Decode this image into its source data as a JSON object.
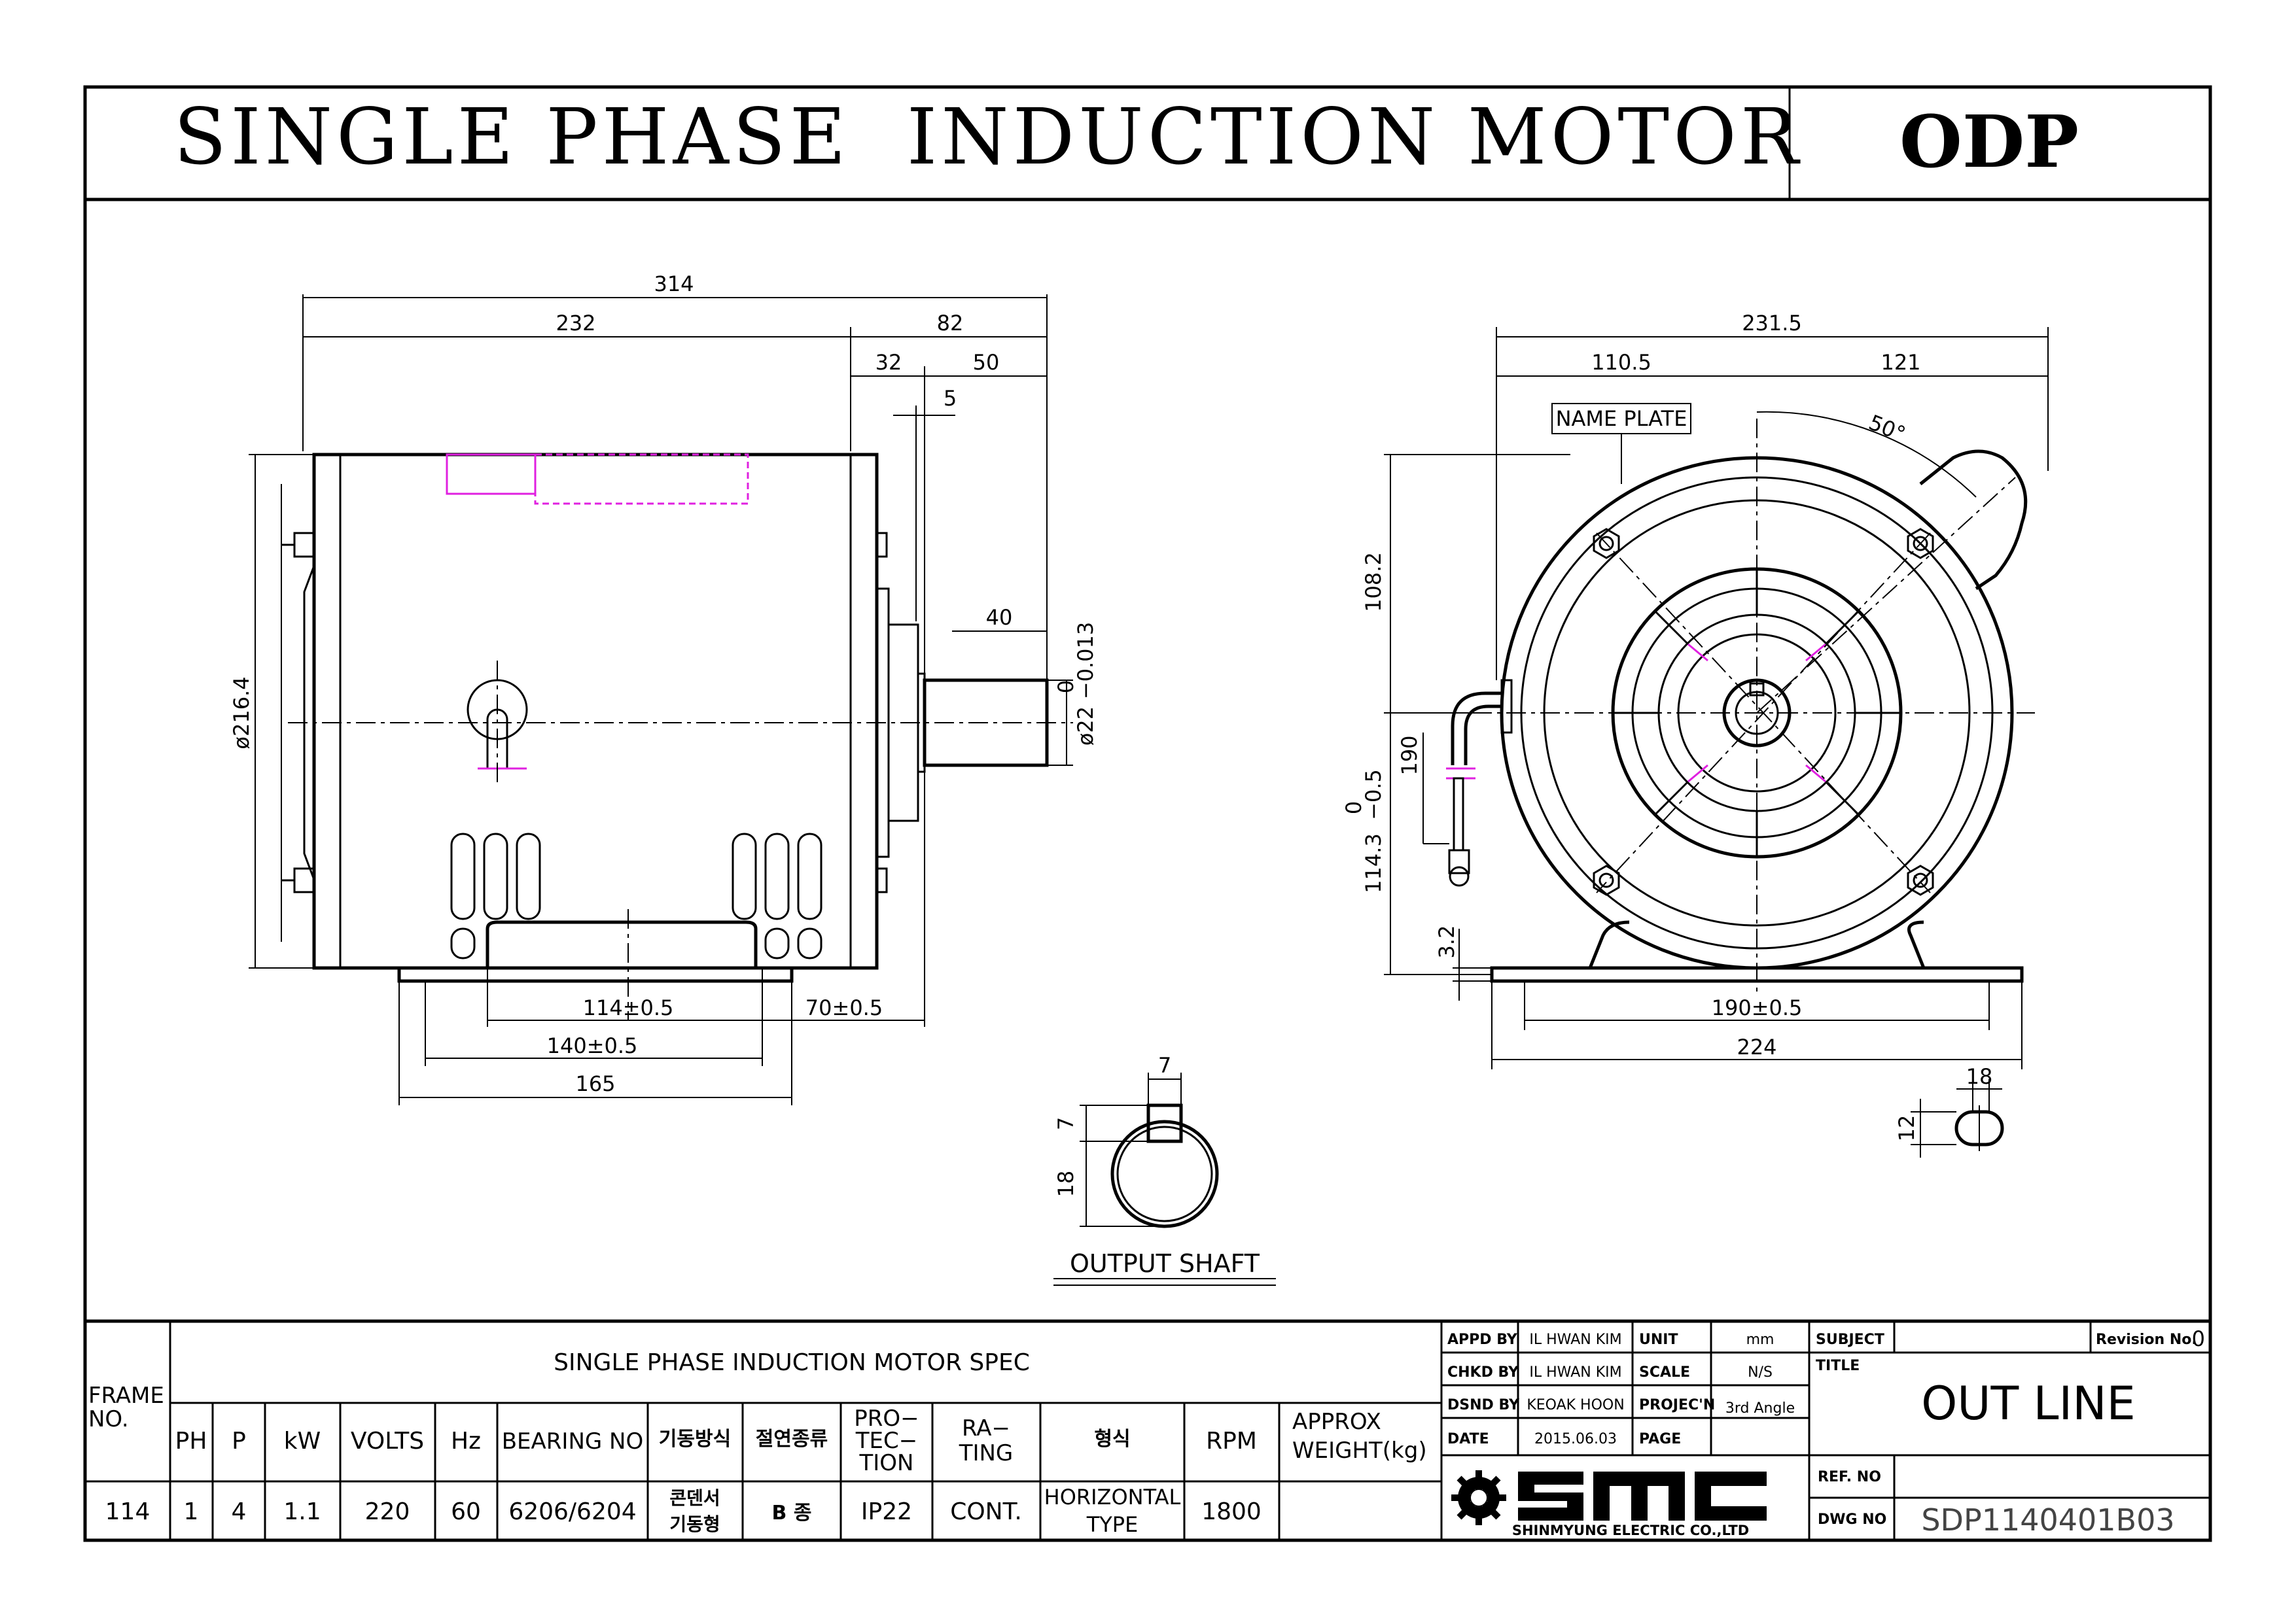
{
  "title_block": {
    "main_title": "SINGLE PHASE  INDUCTION MOTOR",
    "type_code": "ODP"
  },
  "drawing": {
    "side_view": {
      "dims": {
        "overall_length": "314",
        "body_length": "232",
        "shaft_assembly": "82",
        "dim_32": "32",
        "dim_50": "50",
        "dim_5": "5",
        "shaft_length": "40",
        "shaft_tol_upper": "0",
        "shaft_tol_lower": "−0.013",
        "shaft_dia": "ø22",
        "body_dia": "ø216.4",
        "foot_114": "114±0.5",
        "foot_70": "70±0.5",
        "foot_140": "140±0.5",
        "foot_165": "165"
      }
    },
    "front_view": {
      "name_plate": "NAME PLATE",
      "angle": "50°",
      "dims": {
        "overall_width": "231.5",
        "left_width": "110.5",
        "right_width": "121",
        "top_height": "108.2",
        "center_height": "114.3",
        "center_height_tol_upper": "0",
        "center_height_tol_lower": "−0.5",
        "cable_190": "190",
        "foot_thk": "3.2",
        "foot_190": "190±0.5",
        "foot_224": "224"
      }
    },
    "output_shaft": {
      "label": "OUTPUT SHAFT",
      "key_width": "7",
      "key_depth": "7",
      "shaft_18": "18"
    },
    "slot_detail": {
      "slot_len": "18",
      "slot_wid": "12"
    }
  },
  "spec_table": {
    "frame_no_label": "FRAME NO.",
    "heading": "SINGLE PHASE INDUCTION MOTOR SPEC",
    "headers": [
      "PH",
      "P",
      "kW",
      "VOLTS",
      "Hz",
      "BEARING NO",
      "기동방식",
      "절연종류",
      "PRO−TEC−TION",
      "RA−TING",
      "형식",
      "RPM",
      "APPROX WEIGHT(kg)"
    ],
    "row": {
      "frame": "114",
      "ph": "1",
      "p": "4",
      "kw": "1.1",
      "volts": "220",
      "hz": "60",
      "bearing": "6206/6204",
      "start_1": "콘덴서",
      "start_2": "기동형",
      "insulation": "B 종",
      "protection": "IP22",
      "rating": "CONT.",
      "type_1": "HORIZONTAL",
      "type_2": "TYPE",
      "rpm": "1800",
      "weight": ""
    }
  },
  "approval": {
    "appd_label": "APPD BY",
    "appd_value": "IL HWAN KIM",
    "chkd_label": "CHKD BY",
    "chkd_value": "IL HWAN KIM",
    "dsnd_label": "DSND BY",
    "dsnd_value": "KEOAK HOON",
    "date_label": "DATE",
    "date_value": "2015.06.03",
    "unit_label": "UNIT",
    "unit_value": "mm",
    "scale_label": "SCALE",
    "scale_value": "N/S",
    "projection_label": "PROJEC'N",
    "projection_value": "3rd Angle",
    "page_label": "PAGE",
    "page_value": "",
    "company_logo": "SMC",
    "company_name": "SHINMYUNG ELECTRIC CO.,LTD"
  },
  "info": {
    "subject_label": "SUBJECT",
    "revision_label": "Revision No.",
    "revision_value": "0",
    "title_label": "TITLE",
    "title_value": "OUT LINE",
    "ref_label": "REF. NO",
    "ref_value": "",
    "dwg_label": "DWG NO",
    "dwg_value": "SDP1140401B03"
  }
}
